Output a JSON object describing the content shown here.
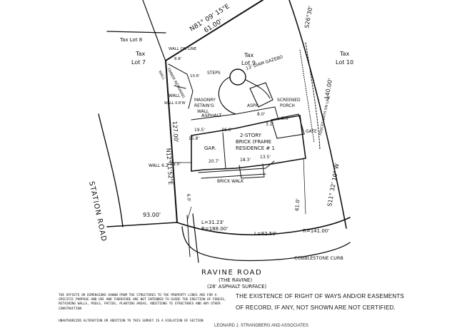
{
  "map": {
    "bearings": {
      "north": "N81° 09' 15\"E",
      "north_dist": "61.00'",
      "east_top": "S26°30'",
      "east": "S11° 32' 10\" W",
      "east_dist": "140.00'",
      "west": "N12°11'52\"E",
      "west_dist": "127.00'"
    },
    "lots": {
      "lot8": "Tax Lot 8",
      "lot7a": "Tax",
      "lot7b": "Lot 7",
      "lot9a": "Tax",
      "lot9b": "Lot 9",
      "lot10a": "Tax",
      "lot10b": "Lot 10"
    },
    "roads": {
      "station": "STATION ROAD",
      "ravine": "RAVINE ROAD",
      "ravine_sub": "(THE RAVINE)",
      "ravine_surface": "(28' ASPHALT SURFACE)",
      "curb": "COBBLESTONE CURB"
    },
    "features": {
      "house1": "2-STORY",
      "house2": "BRICK (FRAME",
      "house3": "RESIDENCE # 1",
      "garage": "GAR.",
      "gazebo": "13' DIAM GAZEBO",
      "masonry1": "MASONRY",
      "masonry2": "RETAIN'G",
      "masonry3": "WALL",
      "asphalt": "ASPHALT",
      "asph": "ASPH.",
      "screened1": "SCREENED",
      "screened2": "PORCH",
      "steps": "STEPS",
      "brick_walk": "BRICK WALK",
      "gate": "GATE",
      "timber1": "TIMBER RETAINING",
      "timber2": "WALL",
      "wall_line": "WALL ON LINE",
      "wall_fence": "FENCES WITH ON LINE",
      "wall_left": "WALL",
      "wall_d": "WALL 6.2'",
      "wall_ew": "WALL 0.8'W"
    },
    "dims": {
      "d93": "93.00'",
      "d61": "61.0'",
      "arc1": "L=31.23'",
      "arc1r": "R=188.00'",
      "arc2": "L=82.50'",
      "arc2r": "R=141.00'",
      "d190": "19.0'",
      "d158": "15.8'",
      "d365": "36.6'",
      "d207": "20.7'",
      "d183": "18.3'",
      "d135": "13.5'",
      "d80": "8.0'",
      "d90": "9.0'",
      "d195": "19.5'",
      "d31": "3.1'",
      "d106": "10.6'",
      "d88": "8.8'",
      "d60": "6.0'"
    }
  },
  "notes": {
    "left": "THE OFFSETS OR DIMENSIONS SHOWN FROM THE STRUCTURES TO THE PROPERTY LINES ARE FOR A SPECIFIC PURPOSE AND USE AND THEREFORE ARE NOT INTENDED TO GUIDE THE ERECTION OF FENCES, RETAINING WALLS, POOLS, PATIOS, PLANTING AREAS, ADDITIONS TO STRUCTURES AND ANY OTHER CONSTRUCTION",
    "left2": "UNAUTHORIZED ALTERATION OR ADDITION TO THIS SURVEY IS A VIOLATION OF SECTION",
    "right1": "THE EXISTENCE OF RIGHT OF WAYS AND/OR EASEMENTS",
    "right2": "OF RECORD, IF ANY, NOT SHOWN ARE NOT CERTIFIED.",
    "footer": "LEONARD J. STRANDBERG AND ASSOCIATES"
  }
}
